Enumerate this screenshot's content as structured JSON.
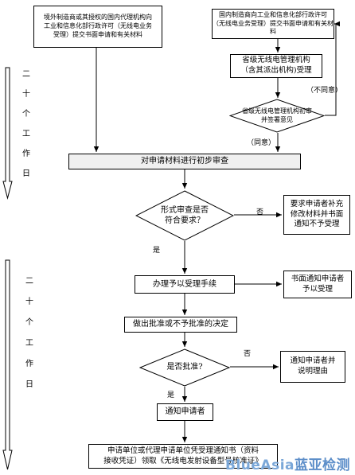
{
  "period_1": {
    "chars": [
      "二",
      "十",
      "个",
      "工",
      "作",
      "日"
    ]
  },
  "period_2": {
    "chars": [
      "二",
      "十",
      "个",
      "工",
      "作",
      "日"
    ]
  },
  "boxes": {
    "foreign_apply": "境外制造商或其授权的国内代理机构向\n工业和信息化部行政许可（无线电业务\n受理）提交书面申请和有关材料",
    "domestic_apply": "国内制造商向工业和信息化部行政许可\n（无线电业务受理）提交书面申请和有关材料",
    "provincial_accept": "省级无线电管理机构\n（含其派出机构)受理",
    "initial_review": "对申请材料进行初步审查",
    "supplement_notice": "要求申请者补充\n修改材料并书面\n通知不予受理",
    "accept_procedure": "办理予以受理手续",
    "accept_notice": "书面通知申请者\n予以受理",
    "decision": "做出批准或不予批准的决定",
    "reject_notice": "通知申请者并\n说明理由",
    "notify_applicant": "通知申请者",
    "final_collect": "申请单位或代理申请单位凭受理通知书（资料\n接收凭证）领取《无线电发射设备型号核准证》"
  },
  "diamonds": {
    "provincial_review": "省级无线电管理机构初审\n并签署意见",
    "form_check": "形式审查是否\n符合要求？",
    "approve_check": "是否批准?"
  },
  "labels": {
    "disagree": "（不同意）",
    "agree": "（同意）",
    "no_1": "否",
    "yes_1": "是",
    "no_2": "否",
    "yes_2": "是"
  },
  "watermark": {
    "part_a": "BlueAsia",
    "part_b": "蓝亚检测"
  }
}
